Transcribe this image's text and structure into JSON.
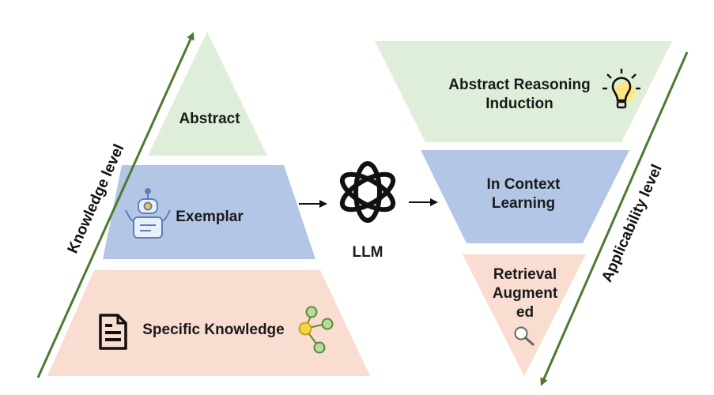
{
  "left_pyramid": {
    "axis_label": "Knowledge level",
    "tiers": {
      "top": "Abstract",
      "middle": "Exemplar",
      "bottom": "Specific Knowledge"
    }
  },
  "center": {
    "label": "LLM"
  },
  "right_pyramid": {
    "axis_label": "Applicability level",
    "tiers": {
      "top_line1": "Abstract Reasoning",
      "top_line2": "Induction",
      "middle_line1": "In Context",
      "middle_line2": "Learning",
      "bottom_line1": "Retrieval",
      "bottom_line2": "Augment",
      "bottom_line3": "ed"
    }
  },
  "icons": {
    "robot": "robot-icon",
    "document": "document-icon",
    "graph": "knowledge-graph-icon",
    "llm": "openai-logo-icon",
    "bulb": "lightbulb-icon",
    "search": "magnifier-icon"
  },
  "colors": {
    "green_tier": "#dfeed9",
    "blue_tier": "#b3c6e6",
    "peach_tier": "#f8ddd0",
    "axis_arrow": "#4d7a33"
  }
}
